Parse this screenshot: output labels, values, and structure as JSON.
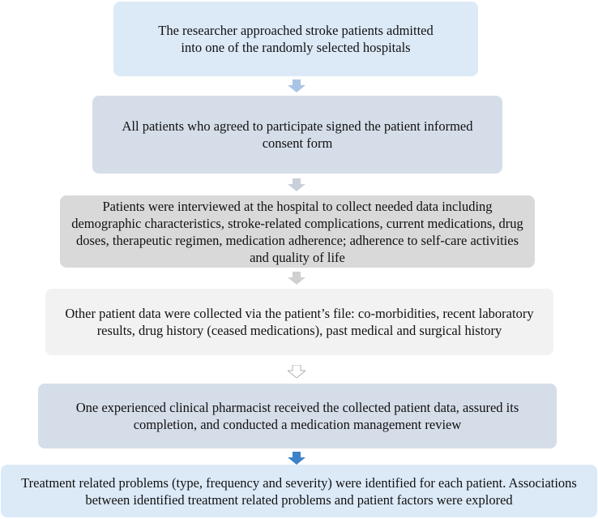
{
  "flowchart": {
    "steps": [
      {
        "text": "The researcher approached stroke patients admitted into one of the randomly selected hospitals",
        "fill": "#dce9f7"
      },
      {
        "text": "All patients who agreed to participate signed the patient informed consent form",
        "fill": "#d5dde9"
      },
      {
        "text": "Patients were interviewed at the hospital to collect needed data including demographic characteristics, stroke-related complications, current medications, drug doses, therapeutic regimen, medication adherence; adherence to self-care activities and quality of life",
        "fill": "#d9d9d9"
      },
      {
        "text": "Other patient data were collected via the patient’s file: co-morbidities, recent laboratory results, drug history (ceased medications), past medical and surgical history",
        "fill": "#f2f2f2"
      },
      {
        "text": "One experienced clinical pharmacist received the collected patient data, assured its completion, and conducted a medication management review",
        "fill": "#d5dde9"
      },
      {
        "text": "Treatment related problems (type, frequency and severity) were identified for each patient. Associations between identified treatment related problems and patient factors were explored",
        "fill": "#dce9f7"
      }
    ],
    "arrows": [
      {
        "color": "#a9c4e4",
        "style": "filled"
      },
      {
        "color": "#c9d0da",
        "style": "filled"
      },
      {
        "color": "#d0d0d0",
        "style": "filled"
      },
      {
        "color": "#ffffff",
        "style": "outlined"
      },
      {
        "color": "#3c82c8",
        "style": "filled"
      }
    ]
  }
}
